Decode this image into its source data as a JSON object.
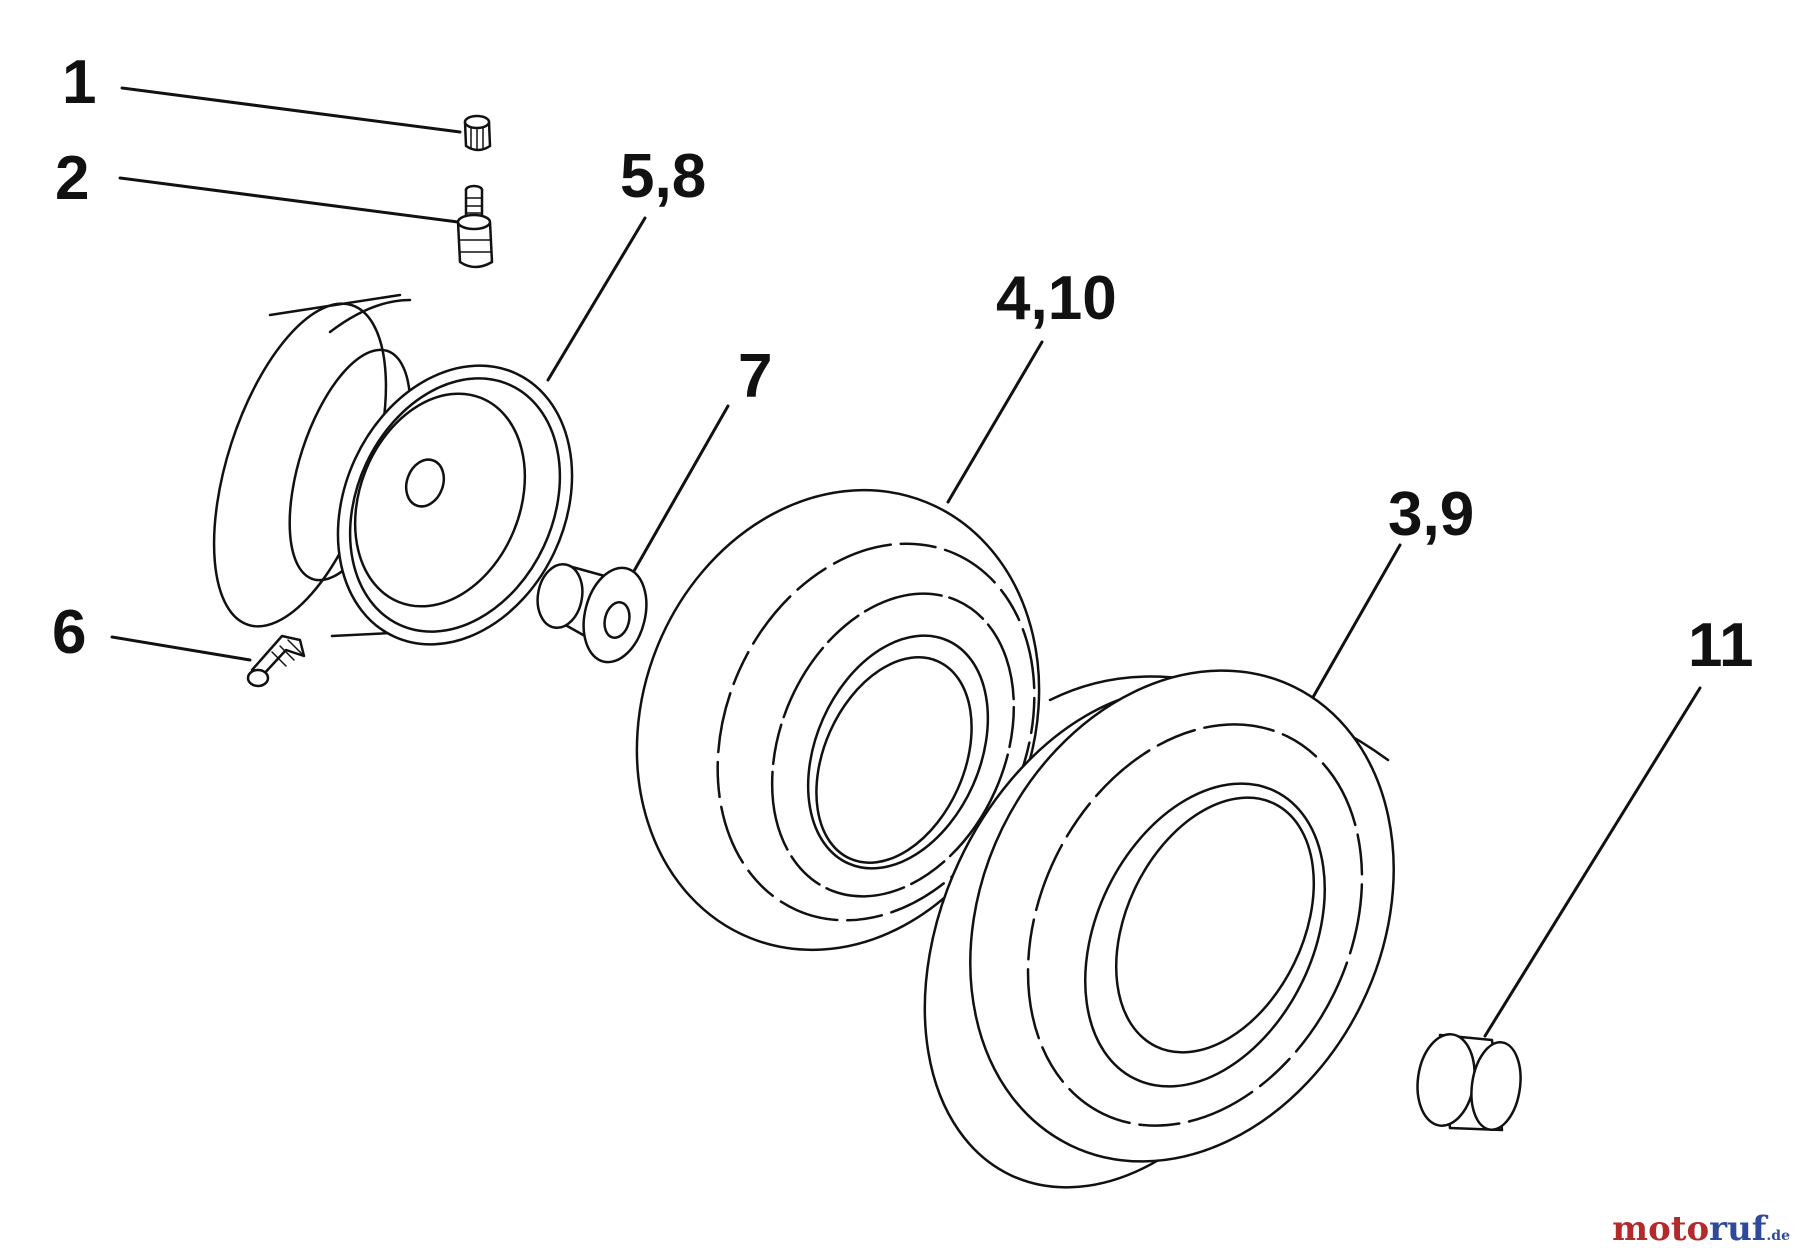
{
  "callouts": {
    "c1": "1",
    "c2": "2",
    "c58": "5,8",
    "c410": "4,10",
    "c7": "7",
    "c39": "3,9",
    "c6": "6",
    "c11": "11"
  },
  "watermark": {
    "part1": "moto",
    "part2": "ruf",
    "part3": ".de"
  },
  "colors": {
    "ink": "#111111",
    "brand_red": "#b42a2a",
    "brand_blue": "#2f4a9a"
  }
}
